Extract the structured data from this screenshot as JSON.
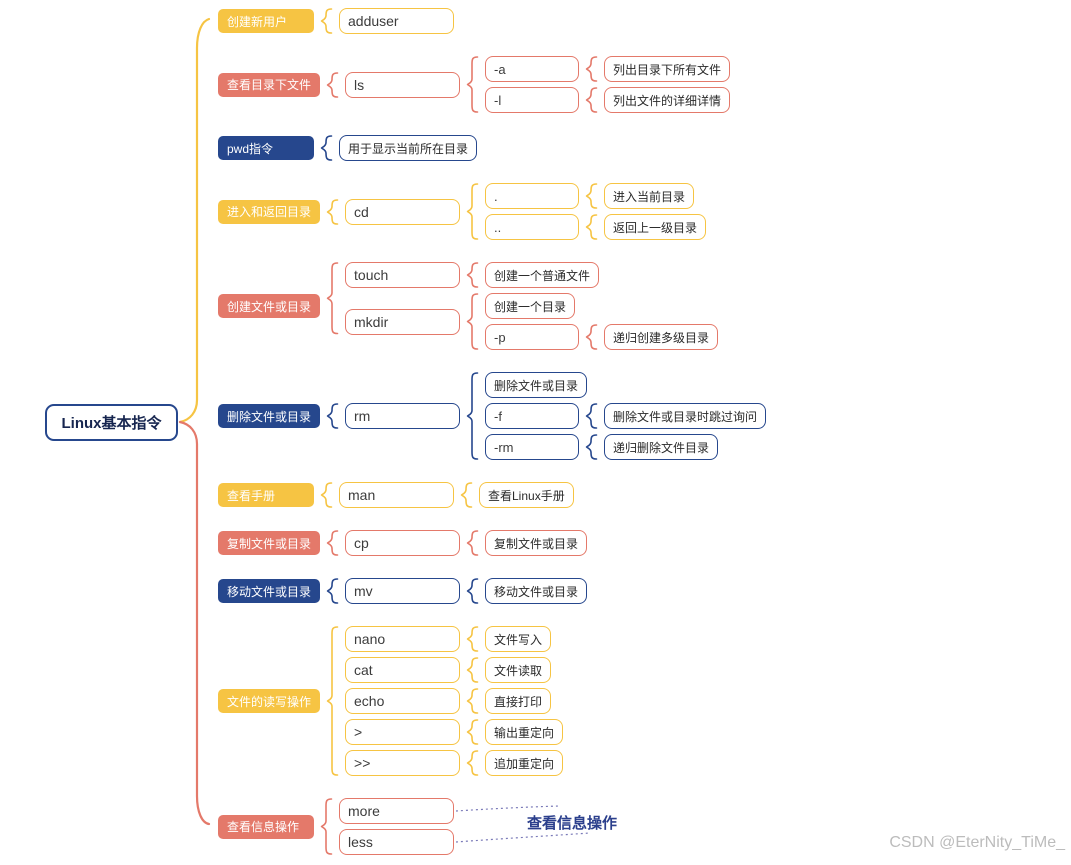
{
  "palette": {
    "yellow": "#F6C443",
    "red": "#E4796A",
    "navy": "#26478D"
  },
  "root": {
    "label": "Linux基本指令"
  },
  "branches": [
    {
      "label": "创建新用户",
      "color": "yellow",
      "children": [
        {
          "kind": "cmd",
          "text": "adduser"
        }
      ]
    },
    {
      "label": "查看目录下文件",
      "color": "red",
      "children": [
        {
          "kind": "cmd",
          "text": "ls",
          "children": [
            {
              "kind": "flag",
              "text": "-a",
              "children": [
                {
                  "kind": "desc",
                  "text": "列出目录下所有文件"
                }
              ]
            },
            {
              "kind": "flag",
              "text": "-l",
              "children": [
                {
                  "kind": "desc",
                  "text": "列出文件的详细详情"
                }
              ]
            }
          ]
        }
      ]
    },
    {
      "label": "pwd指令",
      "color": "navy",
      "children": [
        {
          "kind": "desc",
          "text": "用于显示当前所在目录"
        }
      ]
    },
    {
      "label": "进入和返回目录",
      "color": "yellow",
      "children": [
        {
          "kind": "cmd",
          "text": "cd",
          "children": [
            {
              "kind": "flag",
              "text": ".",
              "children": [
                {
                  "kind": "desc",
                  "text": "进入当前目录"
                }
              ]
            },
            {
              "kind": "flag",
              "text": "..",
              "children": [
                {
                  "kind": "desc",
                  "text": "返回上一级目录"
                }
              ]
            }
          ]
        }
      ]
    },
    {
      "label": "创建文件或目录",
      "color": "red",
      "children": [
        {
          "kind": "cmd",
          "text": "touch",
          "children": [
            {
              "kind": "desc",
              "text": "创建一个普通文件"
            }
          ]
        },
        {
          "kind": "cmd",
          "text": "mkdir",
          "children": [
            {
              "kind": "desc",
              "text": "创建一个目录"
            },
            {
              "kind": "flag",
              "text": "-p",
              "children": [
                {
                  "kind": "desc",
                  "text": "递归创建多级目录"
                }
              ]
            }
          ]
        }
      ]
    },
    {
      "label": "删除文件或目录",
      "color": "navy",
      "children": [
        {
          "kind": "cmd",
          "text": "rm",
          "children": [
            {
              "kind": "desc",
              "text": "删除文件或目录"
            },
            {
              "kind": "flag",
              "text": "-f",
              "children": [
                {
                  "kind": "desc",
                  "text": "删除文件或目录时跳过询问"
                }
              ]
            },
            {
              "kind": "flag",
              "text": "-rm",
              "children": [
                {
                  "kind": "desc",
                  "text": "递归删除文件目录"
                }
              ]
            }
          ]
        }
      ]
    },
    {
      "label": "查看手册",
      "color": "yellow",
      "children": [
        {
          "kind": "cmd",
          "text": "man",
          "children": [
            {
              "kind": "desc",
              "text": "查看Linux手册"
            }
          ]
        }
      ]
    },
    {
      "label": "复制文件或目录",
      "color": "red",
      "children": [
        {
          "kind": "cmd",
          "text": "cp",
          "children": [
            {
              "kind": "desc",
              "text": "复制文件或目录"
            }
          ]
        }
      ]
    },
    {
      "label": "移动文件或目录",
      "color": "navy",
      "children": [
        {
          "kind": "cmd",
          "text": "mv",
          "children": [
            {
              "kind": "desc",
              "text": "移动文件或目录"
            }
          ]
        }
      ]
    },
    {
      "label": "文件的读写操作",
      "color": "yellow",
      "children": [
        {
          "kind": "cmd",
          "text": "nano",
          "children": [
            {
              "kind": "desc",
              "text": "文件写入"
            }
          ]
        },
        {
          "kind": "cmd",
          "text": "cat",
          "children": [
            {
              "kind": "desc",
              "text": "文件读取"
            }
          ]
        },
        {
          "kind": "cmd",
          "text": "echo",
          "children": [
            {
              "kind": "desc",
              "text": "直接打印"
            }
          ]
        },
        {
          "kind": "cmd",
          "text": ">",
          "children": [
            {
              "kind": "desc",
              "text": "输出重定向"
            }
          ]
        },
        {
          "kind": "cmd",
          "text": ">>",
          "children": [
            {
              "kind": "desc",
              "text": "追加重定向"
            }
          ]
        }
      ]
    },
    {
      "label": "查看信息操作",
      "color": "red",
      "annotation": "查看信息操作",
      "children": [
        {
          "kind": "cmd",
          "text": "more"
        },
        {
          "kind": "cmd",
          "text": "less"
        }
      ]
    }
  ],
  "watermark": "CSDN @EterNity_TiMe_"
}
